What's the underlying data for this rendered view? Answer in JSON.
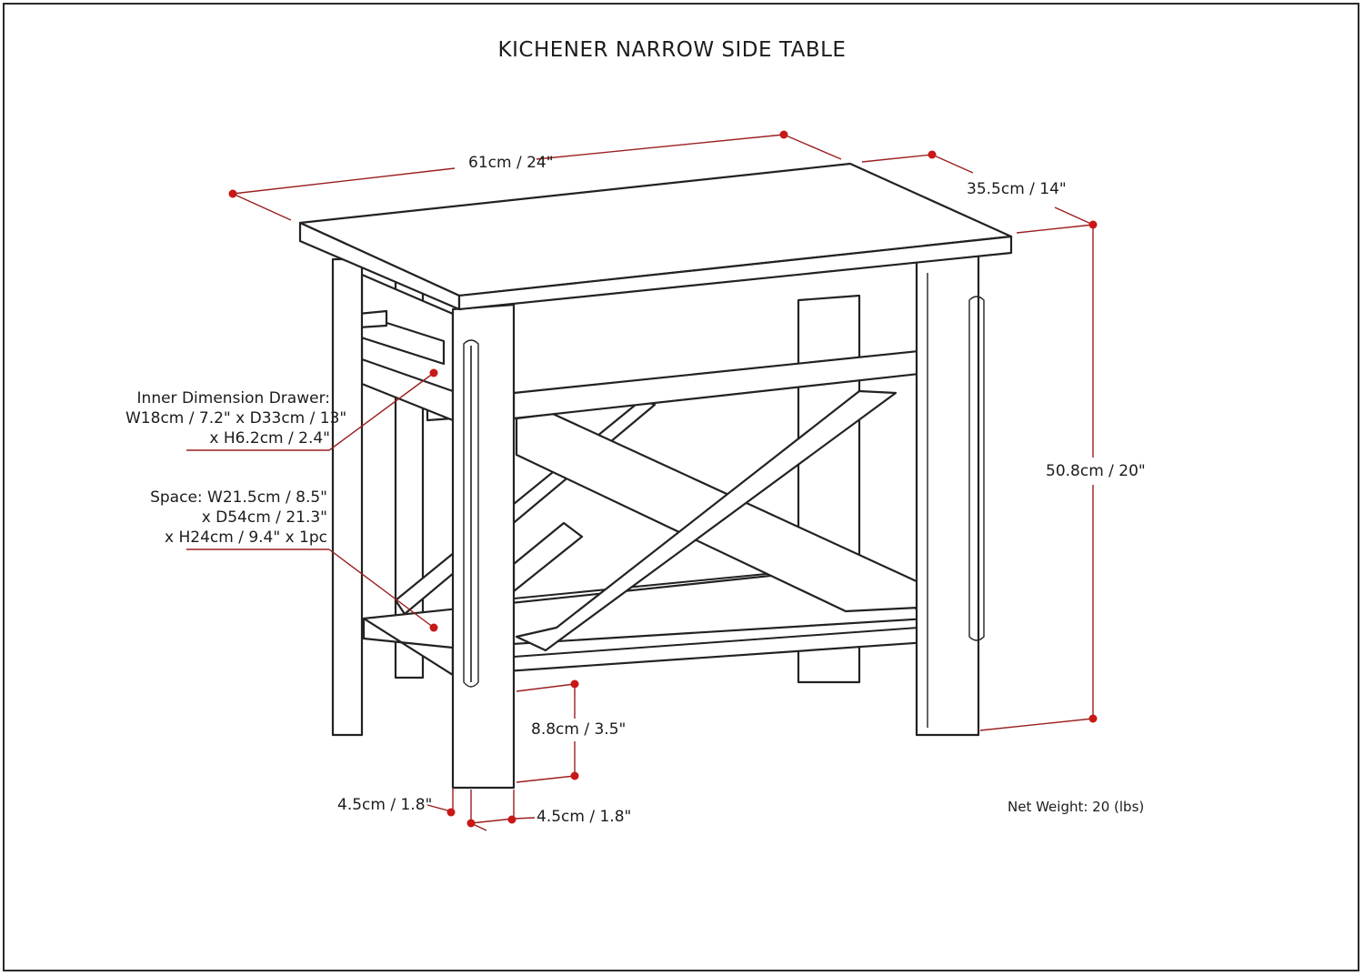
{
  "product": {
    "title": "KICHENER NARROW SIDE TABLE",
    "net_weight": "Net Weight: 20 (lbs)"
  },
  "dimensions": {
    "width": "61cm / 24\"",
    "depth": "35.5cm / 14\"",
    "height": "50.8cm / 20\"",
    "shelf_clearance": "8.8cm / 3.5\"",
    "leg_depth": "4.5cm / 1.8\"",
    "leg_width": "4.5cm / 1.8\""
  },
  "callouts": {
    "drawer": "Inner Dimension Drawer:\nW18cm / 7.2\" x D33cm / 13\"\nx H6.2cm / 2.4\"",
    "space": "Space: W21.5cm / 8.5\"\nx D54cm / 21.3\"\nx H24cm / 9.4\" x 1pc"
  },
  "colors": {
    "dimension_line": "#9b1f1f",
    "dimension_dot": "#c81818",
    "outline": "#222222"
  }
}
